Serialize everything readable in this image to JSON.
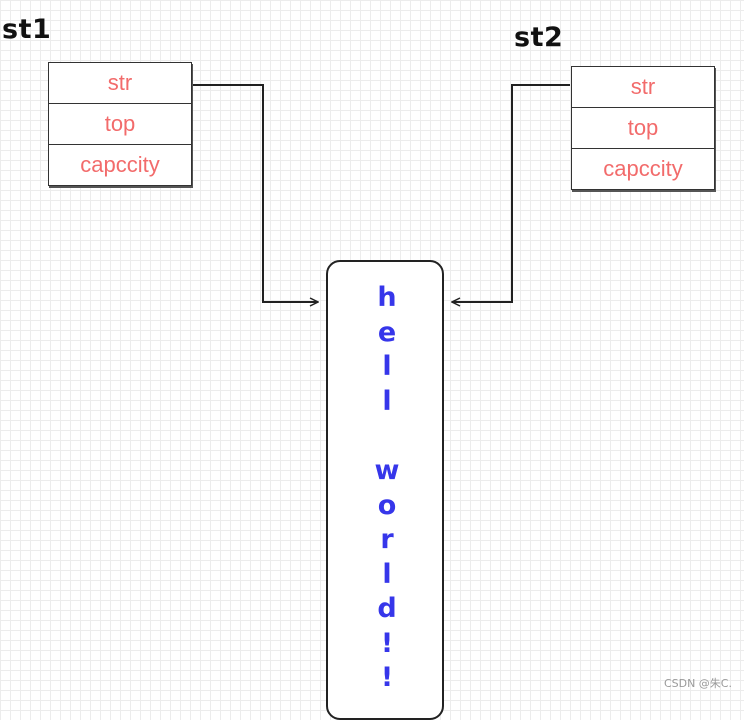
{
  "st1": {
    "label": "st1",
    "fields": [
      "str",
      "top",
      "capccity"
    ]
  },
  "st2": {
    "label": "st2",
    "fields": [
      "str",
      "top",
      "capccity"
    ]
  },
  "heap": {
    "chars": [
      "h",
      "e",
      "l",
      "l",
      "",
      "w",
      "o",
      "r",
      "l",
      "d",
      "!",
      "!"
    ]
  },
  "watermark": "CSDN @朱C.",
  "colors": {
    "field_text": "#f26b6b",
    "heap_text": "#3636ea",
    "line": "#222222"
  }
}
